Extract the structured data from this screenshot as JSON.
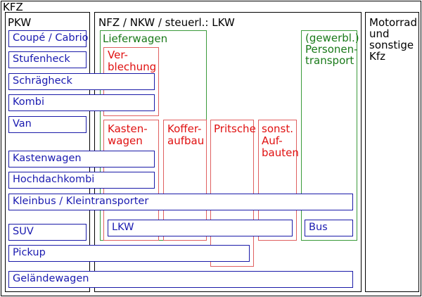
{
  "kfz": {
    "title": "KFZ"
  },
  "pkw": {
    "title": "PKW"
  },
  "nfz": {
    "title": "NFZ / NKW / steuerl.: LKW"
  },
  "motorrad": {
    "title": "Motorrad\nund\nsonstige\nKfz"
  },
  "lieferwagen": {
    "title": "Lieferwagen"
  },
  "personentransport": {
    "title": "(gewerbl.)\nPersonen-\ntransport"
  },
  "verblechung": {
    "title": "Ver-\nblechung"
  },
  "kastenwagen_group": {
    "title": "Kasten-\nwagen"
  },
  "kofferaufbau": {
    "title": "Koffer-\naufbau"
  },
  "pritsche": {
    "title": "Pritsche"
  },
  "sonst_aufbauten": {
    "title": "sonst.\nAuf-\nbauten"
  },
  "items": {
    "coupe": "Coupé / Cabrio",
    "stufenheck": "Stufenheck",
    "schraegheck": "Schrägheck",
    "kombi": "Kombi",
    "van": "Van",
    "kastenwagen": "Kastenwagen",
    "hochdachkombi": "Hochdachkombi",
    "kleinbus": "Kleinbus / Kleintransporter",
    "suv": "SUV",
    "lkw": "LKW",
    "bus": "Bus",
    "pickup": "Pickup",
    "gelaendewagen": "Geländewagen"
  },
  "colors": {
    "frame": "#000000",
    "group_border": "#3a9a3a",
    "group_text": "#1a7a1a",
    "sub_border": "#e06060",
    "sub_text": "#e01010",
    "item_border": "#1a1aa8",
    "item_text": "#1a1ab0"
  }
}
